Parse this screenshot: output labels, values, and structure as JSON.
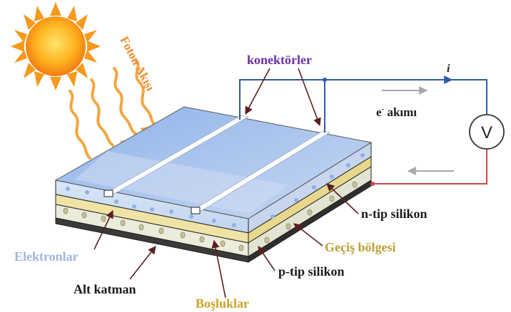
{
  "labels": {
    "photon_flux": "Foton Akışı",
    "connectors": "konektörler",
    "current_symbol": "i",
    "electron_current_prefix": "e",
    "electron_current_sup": "-",
    "electron_current_suffix": " akımı",
    "voltmeter": "V",
    "n_type": "n-tip silikon",
    "junction": "Geçiş bölgesi",
    "p_type": "p-tip silikon",
    "electrons": "Elektronlar",
    "substrate": "Alt katman",
    "holes": "Boşluklar"
  },
  "colors": {
    "connectors_label": "#6b2fa0",
    "photon_flux_label": "#f08a2a",
    "junction_label": "#b8a233",
    "electrons_label": "#9fb5e0",
    "holes_label": "#c9a227",
    "text_dark": "#1a1a1a",
    "circuit_blue": "#2d5aa8",
    "circuit_red": "#d0454a"
  }
}
